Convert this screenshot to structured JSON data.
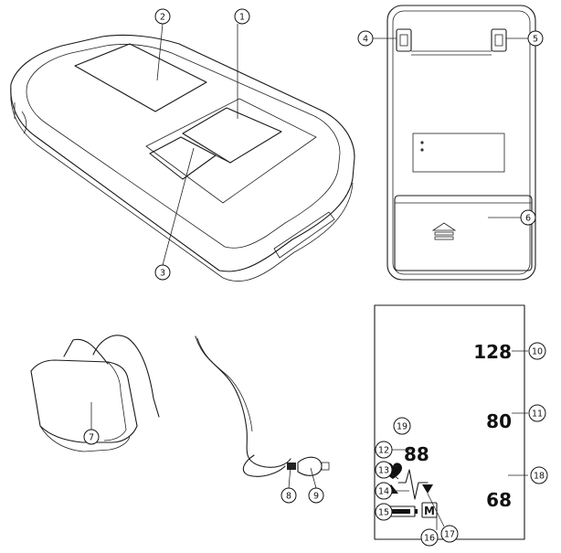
{
  "diagram": {
    "callouts": [
      {
        "id": "1",
        "label": "1"
      },
      {
        "id": "2",
        "label": "2"
      },
      {
        "id": "3",
        "label": "3"
      },
      {
        "id": "4",
        "label": "4"
      },
      {
        "id": "5",
        "label": "5"
      },
      {
        "id": "6",
        "label": "6"
      },
      {
        "id": "7",
        "label": "7"
      },
      {
        "id": "8",
        "label": "8"
      },
      {
        "id": "9",
        "label": "9"
      },
      {
        "id": "10",
        "label": "10"
      },
      {
        "id": "11",
        "label": "11"
      },
      {
        "id": "12",
        "label": "12"
      },
      {
        "id": "13",
        "label": "13"
      },
      {
        "id": "14",
        "label": "14"
      },
      {
        "id": "15",
        "label": "15"
      },
      {
        "id": "16",
        "label": "16"
      },
      {
        "id": "17",
        "label": "17"
      },
      {
        "id": "18",
        "label": "18"
      },
      {
        "id": "19",
        "label": "19"
      }
    ],
    "lcd": {
      "systolic": "128",
      "diastolic": "80",
      "pulse": "68",
      "memory_number": "88",
      "memory_symbol": "M"
    }
  }
}
